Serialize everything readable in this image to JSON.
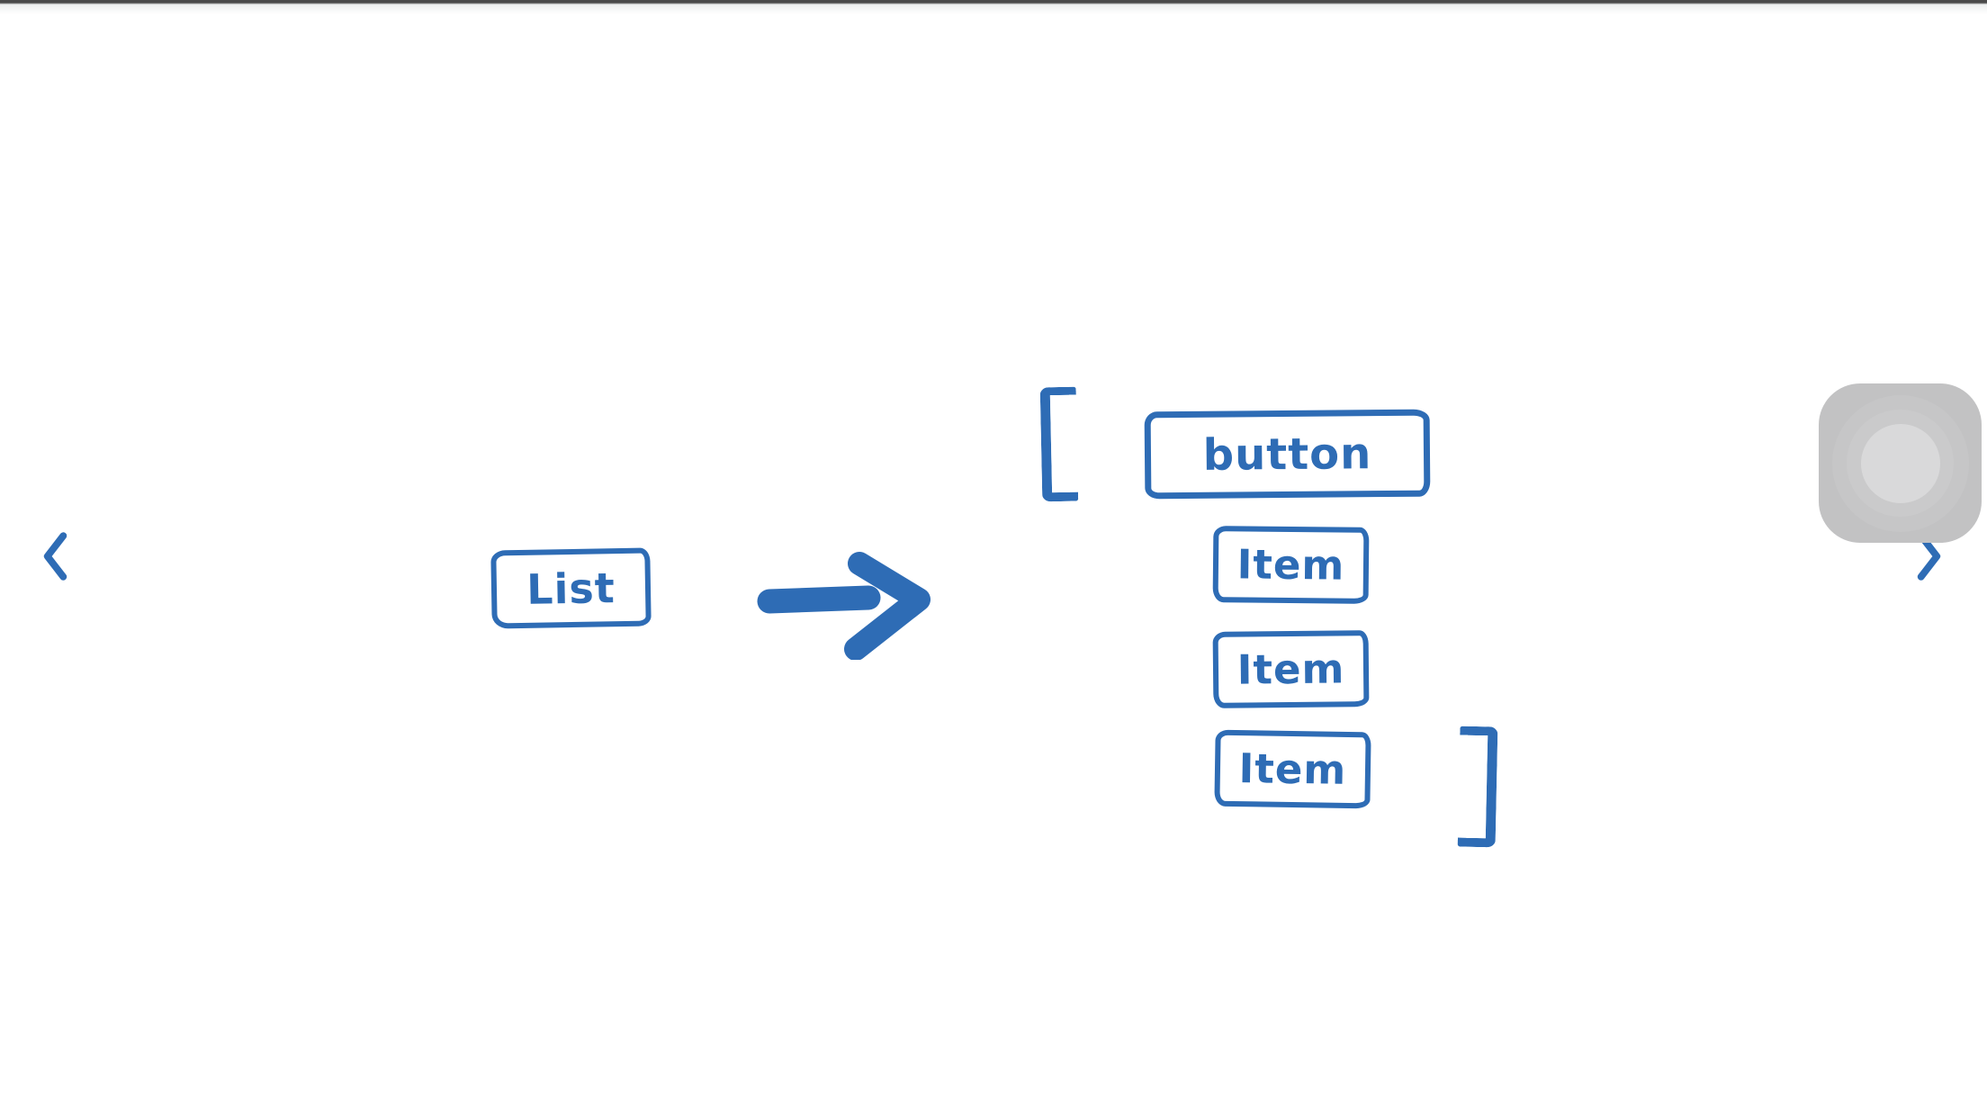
{
  "colors": {
    "ink": "#2e6cb5",
    "chevron": "#2e6cb5",
    "assistive_outer": "#c2c2c3",
    "assistive_ring1": "#c6c6c7",
    "assistive_ring2": "#cacacb",
    "assistive_inner": "#d9d9da",
    "edge": "#4a4a4a",
    "background": "#ffffff"
  },
  "nav": {
    "prev_icon": "chevron-left",
    "next_icon": "chevron-right"
  },
  "overlay": {
    "assistive_touch_icon": "rounded-square-with-concentric-circles"
  },
  "diagram": {
    "source": {
      "label": "List"
    },
    "arrow_icon": "arrow-right",
    "group": {
      "open_bracket": "[",
      "close_bracket": "]",
      "button": {
        "label": "button"
      },
      "items": [
        {
          "label": "Item"
        },
        {
          "label": "Item"
        },
        {
          "label": "Item"
        }
      ]
    }
  }
}
